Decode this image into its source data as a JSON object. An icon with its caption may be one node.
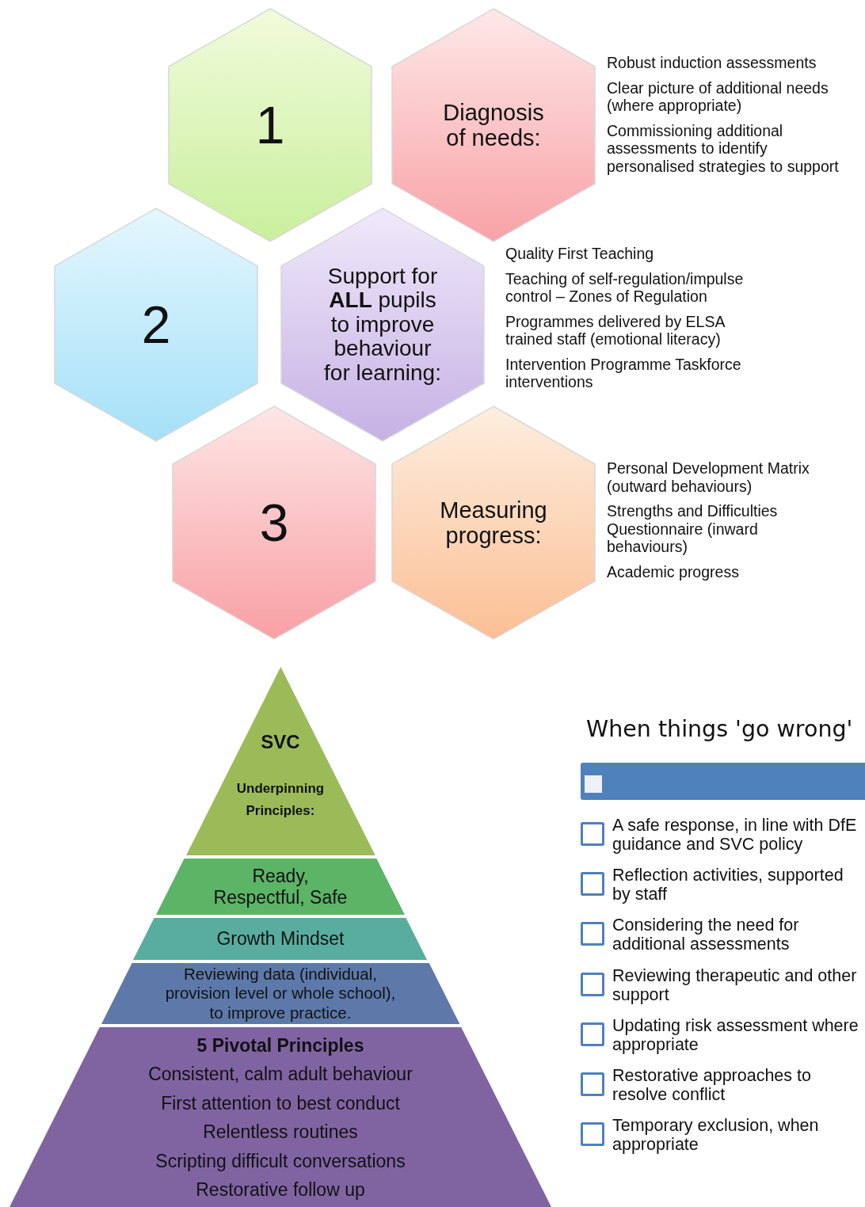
{
  "diagram": {
    "nodes": [
      {
        "text": [
          "1"
        ]
      },
      {
        "text": [
          "Diagnosis of needs:"
        ],
        "beside": [
          "Robust induction assessments",
          "Clear picture of additional needs (where appropriate)",
          "Commissioning additional assessments to identify personalised strategies to support"
        ]
      },
      {
        "text": [
          "2"
        ]
      },
      {
        "text": [
          "Support for **ALL** pupils to improve behaviour for learning:"
        ],
        "beside": [
          "Quality First Teaching",
          "Teaching of self-regulation/impulse control – Zones of Regulation",
          "Programmes delivered by ELSA trained staff (emotional literacy)",
          "Intervention Programme Taskforce interventions"
        ]
      },
      {
        "text": [
          "3"
        ]
      },
      {
        "text": [
          "Measuring progress:"
        ],
        "beside": [
          "Personal Development Matrix (outward behaviours)",
          "Strengths and Difficulties Questionnaire (inward behaviours)",
          "Academic progress"
        ]
      },
      {
        "text": [
          "SVC",
          "Underpinning Principles:"
        ]
      },
      {
        "text": [
          "Ready, Respectful, Safe"
        ]
      },
      {
        "text": [
          "Growth Mindset"
        ]
      },
      {
        "text": [
          "Reviewing data (individual, provision level or whole school), to improve practice."
        ]
      },
      {
        "text": [
          "5 Pivotal Principles",
          "Consistent, calm adult behaviour",
          "First attention to best conduct",
          "Relentless routines",
          "Scripting difficult conversations",
          "Restorative follow up"
        ]
      }
    ],
    "edges": [],
    "labels": [
      "When things 'go wrong'",
      "A safe response, in line with DfE guidance and SVC policy",
      "Reflection activities, supported by staff",
      "Considering the need for additional assessments",
      "Reviewing therapeutic and other support",
      "Updating risk assessment where appropriate",
      "Restorative approaches to resolve conflict",
      "Temporary exclusion, when appropriate"
    ]
  }
}
